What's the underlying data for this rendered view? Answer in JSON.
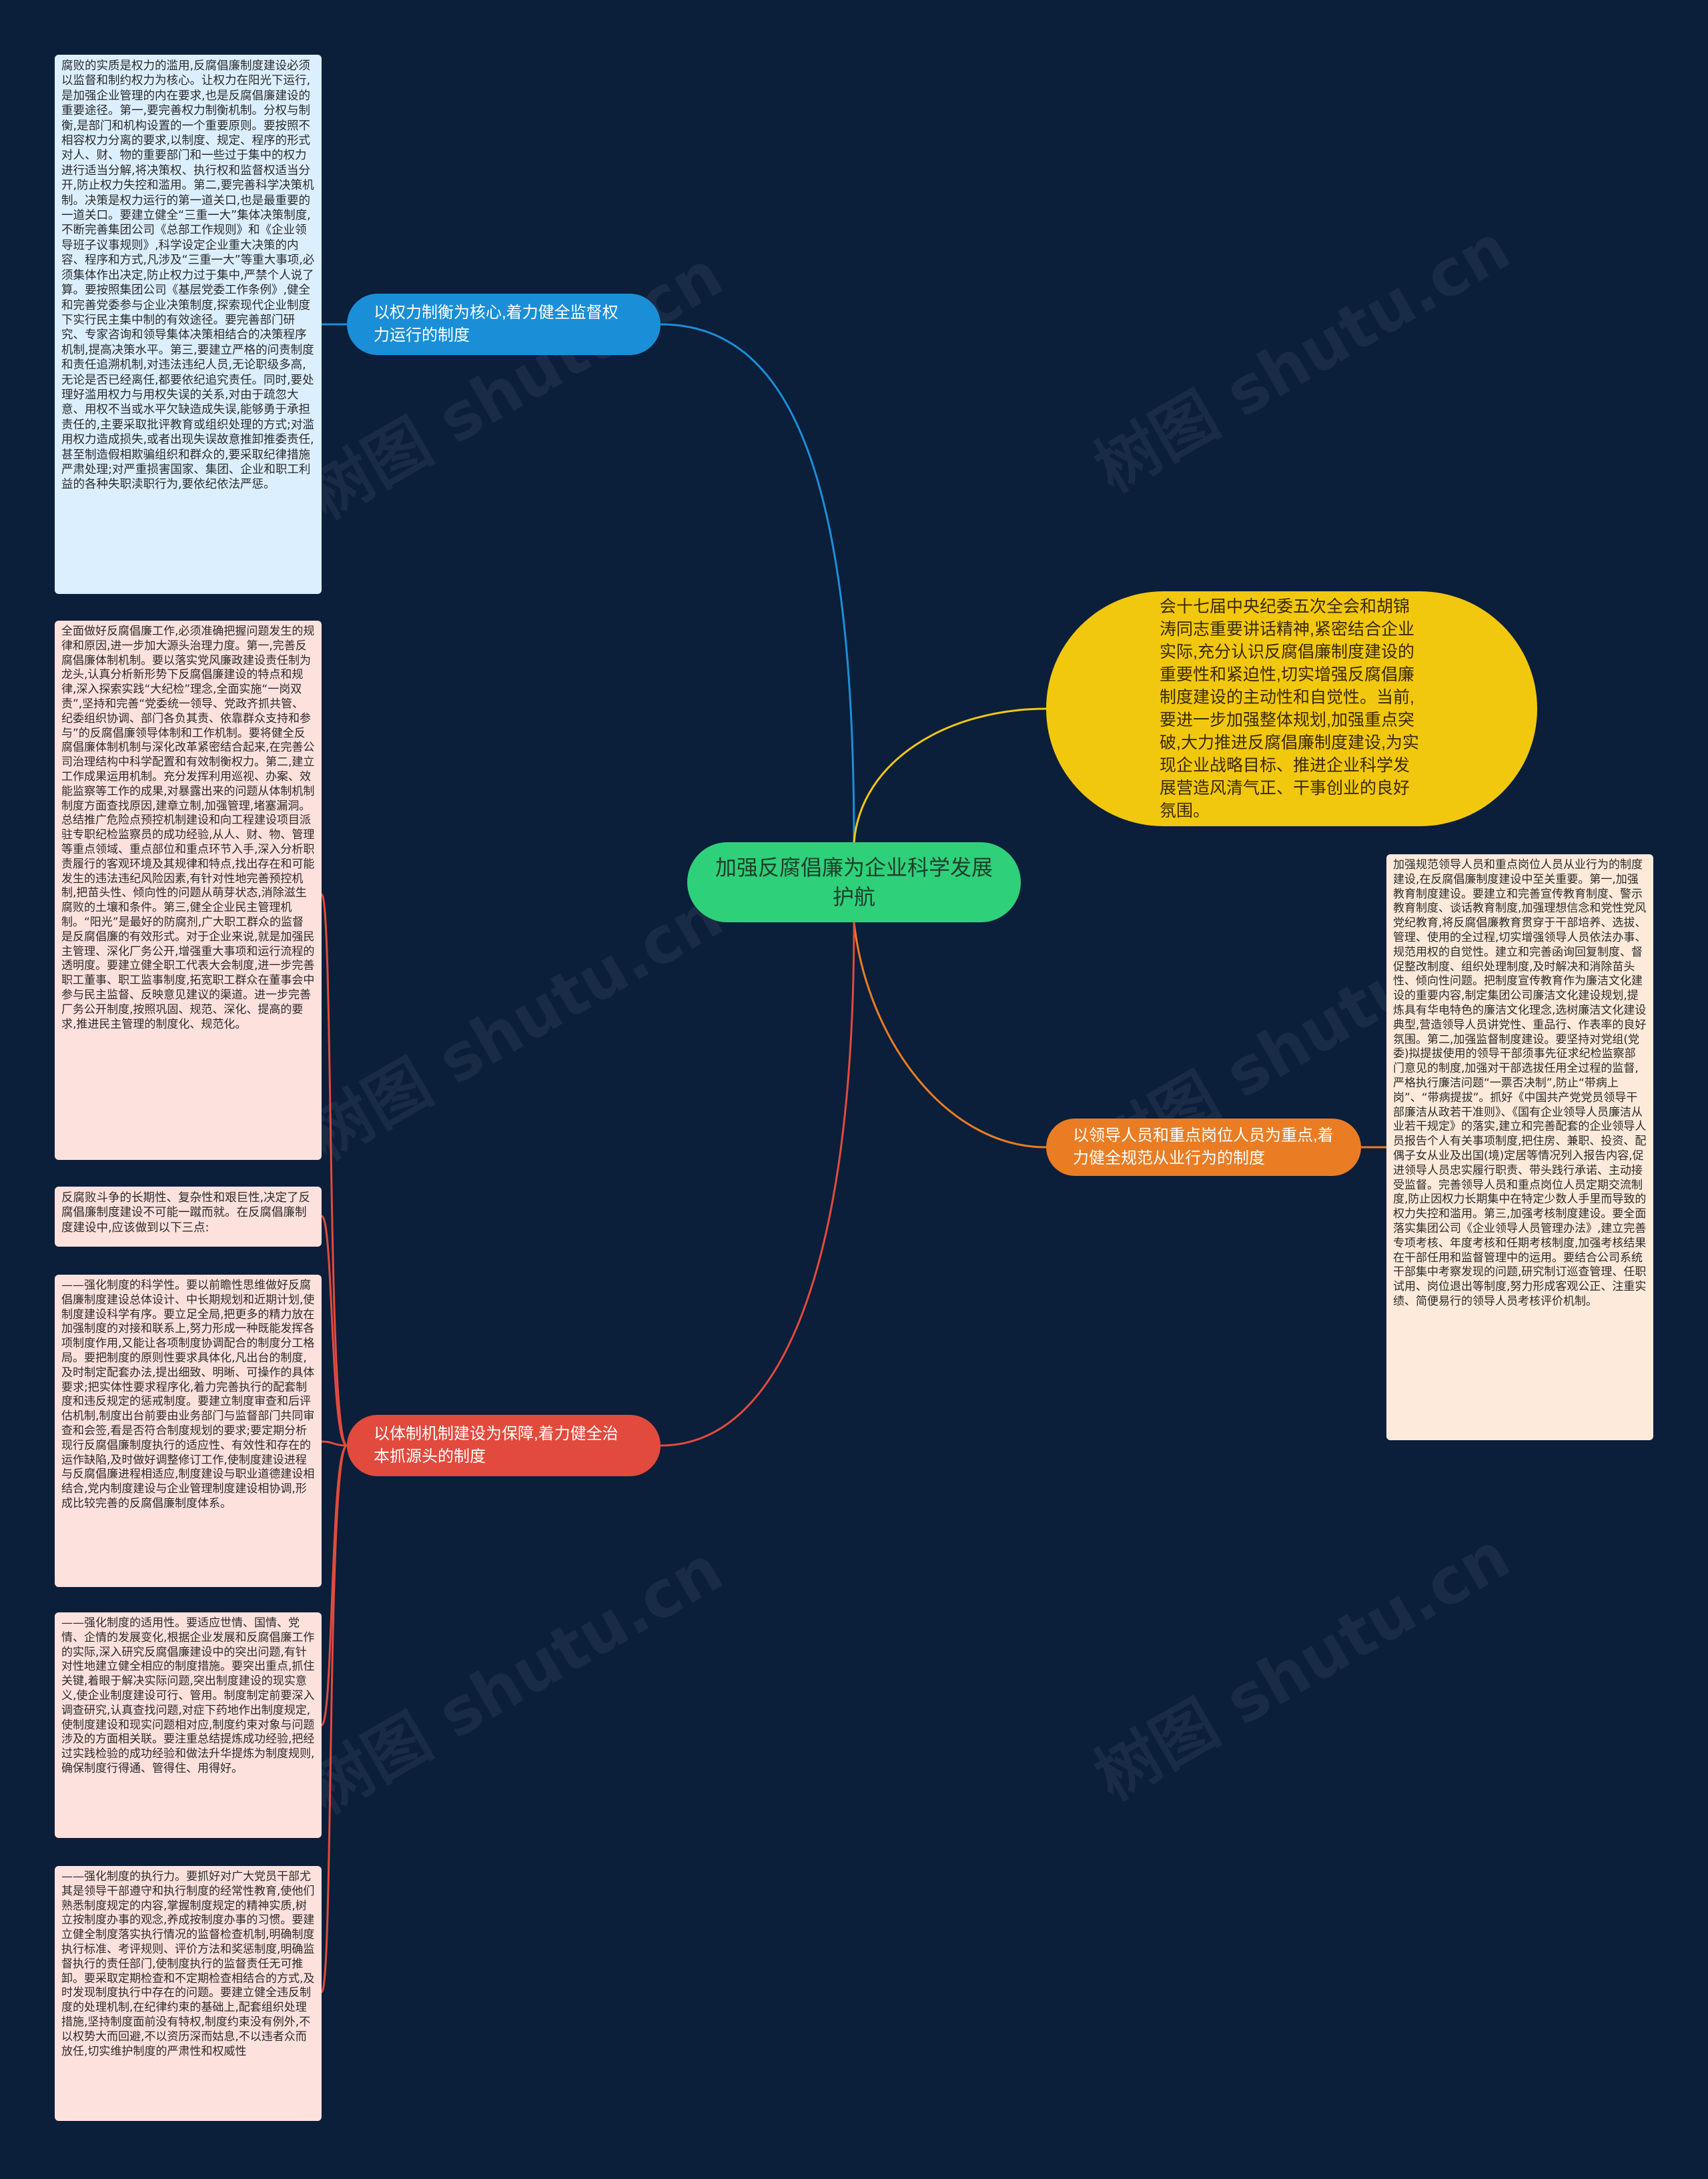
{
  "watermark": "树图 shutu.cn",
  "colors": {
    "background": "#0b1e3a",
    "root": "#2fd07a",
    "blue": "#1a8fd8",
    "red": "#e24a3d",
    "orange": "#ea7d24",
    "yellow": "#f2c80f"
  },
  "root": {
    "text": "加强反腐倡廉为企业科学发展护航"
  },
  "branches": {
    "blue": {
      "text": "以权力制衡为核心,着力健全监督权力运行的制度",
      "leaf": "腐败的实质是权力的滥用,反腐倡廉制度建设必须以监督和制约权力为核心。让权力在阳光下运行,是加强企业管理的内在要求,也是反腐倡廉建设的重要途径。第一,要完善权力制衡机制。分权与制衡,是部门和机构设置的一个重要原则。要按照不相容权力分离的要求,以制度、规定、程序的形式对人、财、物的重要部门和一些过于集中的权力进行适当分解,将决策权、执行权和监督权适当分开,防止权力失控和滥用。第二,要完善科学决策机制。决策是权力运行的第一道关口,也是最重要的一道关口。要建立健全“三重一大”集体决策制度,不断完善集团公司《总部工作规则》和《企业领导班子议事规则》,科学设定企业重大决策的内容、程序和方式,凡涉及“三重一大”等重大事项,必须集体作出决定,防止权力过于集中,严禁个人说了算。要按照集团公司《基层党委工作条例》,健全和完善党委参与企业决策制度,探索现代企业制度下实行民主集中制的有效途径。要完善部门研究、专家咨询和领导集体决策相结合的决策程序机制,提高决策水平。第三,要建立严格的问责制度和责任追溯机制,对违法违纪人员,无论职级多高,无论是否已经离任,都要依纪追究责任。同时,要处理好滥用权力与用权失误的关系,对由于疏忽大意、用权不当或水平欠缺造成失误,能够勇于承担责任的,主要采取批评教育或组织处理的方式;对滥用权力造成损失,或者出现失误故意推卸推委责任,甚至制造假相欺骗组织和群众的,要采取纪律措施严肃处理;对严重损害国家、集团、企业和职工利益的各种失职渎职行为,要依纪依法严惩。"
    },
    "yellow": {
      "text": "会十七届中央纪委五次全会和胡锦涛同志重要讲话精神,紧密结合企业实际,充分认识反腐倡廉制度建设的重要性和紧迫性,切实增强反腐倡廉制度建设的主动性和自觉性。当前,要进一步加强整体规划,加强重点突破,大力推进反腐倡廉制度建设,为实现企业战略目标、推进企业科学发展营造风清气正、干事创业的良好氛围。"
    },
    "orange": {
      "text": "以领导人员和重点岗位人员为重点,着力健全规范从业行为的制度",
      "leaf": "加强规范领导人员和重点岗位人员从业行为的制度建设,在反腐倡廉制度建设中至关重要。第一,加强教育制度建设。要建立和完善宣传教育制度、警示教育制度、谈话教育制度,加强理想信念和党性党风党纪教育,将反腐倡廉教育贯穿于干部培养、选拔、管理、使用的全过程,切实增强领导人员依法办事、规范用权的自觉性。建立和完善函询回复制度、督促整改制度、组织处理制度,及时解决和消除苗头性、倾向性问题。把制度宣传教育作为廉洁文化建设的重要内容,制定集团公司廉洁文化建设规划,提炼具有华电特色的廉洁文化理念,选树廉洁文化建设典型,营造领导人员讲党性、重品行、作表率的良好氛围。第二,加强监督制度建设。要坚持对党组(党委)拟提拔使用的领导干部须事先征求纪检监察部门意见的制度,加强对干部选拔任用全过程的监督,严格执行廉洁问题“一票否决制”,防止“带病上岗”、“带病提拔”。抓好《中国共产党党员领导干部廉洁从政若干准则》、《国有企业领导人员廉洁从业若干规定》的落实,建立和完善配套的企业领导人员报告个人有关事项制度,把住房、兼职、投资、配偶子女从业及出国(境)定居等情况列入报告内容,促进领导人员忠实履行职责、带头践行承诺、主动接受监督。完善领导人员和重点岗位人员定期交流制度,防止因权力长期集中在特定少数人手里而导致的权力失控和滥用。第三,加强考核制度建设。要全面落实集团公司《企业领导人员管理办法》,建立完善专项考核、年度考核和任期考核制度,加强考核结果在干部任用和监督管理中的运用。要结合公司系统干部集中考察发现的问题,研究制订巡查管理、任职试用、岗位退出等制度,努力形成客观公正、注重实绩、简便易行的领导人员考核评价机制。"
    },
    "red": {
      "text": "以体制机制建设为保障,着力健全治本抓源头的制度",
      "leaves": [
        "全面做好反腐倡廉工作,必须准确把握问题发生的规律和原因,进一步加大源头治理力度。第一,完善反腐倡廉体制机制。要以落实党风廉政建设责任制为龙头,认真分析新形势下反腐倡廉建设的特点和规律,深入探索实践“大纪检”理念,全面实施“一岗双责”,坚持和完善“党委统一领导、党政齐抓共管、纪委组织协调、部门各负其责、依靠群众支持和参与”的反腐倡廉领导体制和工作机制。要将健全反腐倡廉体制机制与深化改革紧密结合起来,在完善公司治理结构中科学配置和有效制衡权力。第二,建立工作成果运用机制。充分发挥利用巡视、办案、效能监察等工作的成果,对暴露出来的问题从体制机制制度方面查找原因,建章立制,加强管理,堵塞漏洞。总结推广危险点预控机制建设和向工程建设项目派驻专职纪检监察员的成功经验,从人、财、物、管理等重点领域、重点部位和重点环节入手,深入分析职责履行的客观环境及其规律和特点,找出存在和可能发生的违法违纪风险因素,有针对性地完善预控机制,把苗头性、倾向性的问题从萌芽状态,消除滋生腐败的土壤和条件。第三,健全企业民主管理机制。“阳光”是最好的防腐剂,广大职工群众的监督是反腐倡廉的有效形式。对于企业来说,就是加强民主管理、深化厂务公开,增强重大事项和运行流程的透明度。要建立健全职工代表大会制度,进一步完善职工董事、职工监事制度,拓宽职工群众在董事会中参与民主监督、反映意见建议的渠道。进一步完善厂务公开制度,按照巩固、规范、深化、提高的要求,推进民主管理的制度化、规范化。",
        "反腐败斗争的长期性、复杂性和艰巨性,决定了反腐倡廉制度建设不可能一蹴而就。在反腐倡廉制度建设中,应该做到以下三点:",
        "——强化制度的科学性。要以前瞻性思维做好反腐倡廉制度建设总体设计、中长期规划和近期计划,使制度建设科学有序。要立足全局,把更多的精力放在加强制度的对接和联系上,努力形成一种既能发挥各项制度作用,又能让各项制度协调配合的制度分工格局。要把制度的原则性要求具体化,凡出台的制度,及时制定配套办法,提出细致、明晰、可操作的具体要求;把实体性要求程序化,着力完善执行的配套制度和违反规定的惩戒制度。要建立制度审查和后评估机制,制度出台前要由业务部门与监督部门共同审查和会签,看是否符合制度规划的要求;要定期分析现行反腐倡廉制度执行的适应性、有效性和存在的运作缺陷,及时做好调整修订工作,使制度建设进程与反腐倡廉进程相适应,制度建设与职业道德建设相结合,党内制度建设与企业管理制度建设相协调,形成比较完善的反腐倡廉制度体系。",
        "——强化制度的适用性。要适应世情、国情、党情、企情的发展变化,根据企业发展和反腐倡廉工作的实际,深入研究反腐倡廉建设中的突出问题,有针对性地建立健全相应的制度措施。要突出重点,抓住关键,着眼于解决实际问题,突出制度建设的现实意义,使企业制度建设可行、管用。制度制定前要深入调查研究,认真查找问题,对症下药地作出制度规定,使制度建设和现实问题相对应,制度约束对象与问题涉及的方面相关联。要注重总结提炼成功经验,把经过实践检验的成功经验和做法升华提炼为制度规则,确保制度行得通、管得住、用得好。",
        "——强化制度的执行力。要抓好对广大党员干部尤其是领导干部遵守和执行制度的经常性教育,使他们熟悉制度规定的内容,掌握制度规定的精神实质,树立按制度办事的观念,养成按制度办事的习惯。要建立健全制度落实执行情况的监督检查机制,明确制度执行标准、考评规则、评价方法和奖惩制度,明确监督执行的责任部门,使制度执行的监督责任无可推卸。要采取定期检查和不定期检查相结合的方式,及时发现制度执行中存在的问题。要建立健全违反制度的处理机制,在纪律约束的基础上,配套组织处理措施,坚持制度面前没有特权,制度约束没有例外,不以权势大而回避,不以资历深而姑息,不以违者众而放任,切实维护制度的严肃性和权威性"
      ]
    }
  }
}
